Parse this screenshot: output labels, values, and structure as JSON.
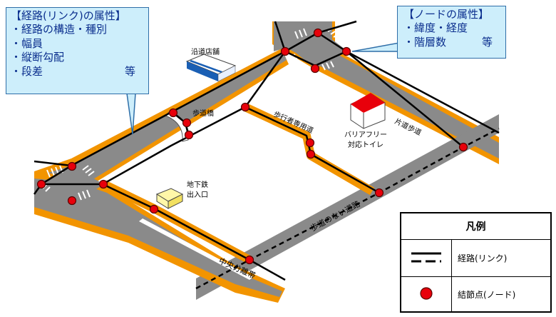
{
  "link_callout": {
    "title": "【経路(リンク)の属性】",
    "items": [
      "・経路の構造・種別",
      "・幅員",
      "・縦断勾配",
      "・段差"
    ],
    "etc": "等"
  },
  "node_callout": {
    "title": "【ノードの属性】",
    "items": [
      "・緯度・経度",
      "・階層数"
    ],
    "etc": "等"
  },
  "labels": {
    "shop": "沿道店舗",
    "footbridge": "歩道橋",
    "pedestrian_only": "歩行者専用道",
    "toilet_line1": "バリアフリー",
    "toilet_line2": "対応トイレ",
    "one_side_sidewalk": "片道歩道",
    "subway_line1": "地下鉄",
    "subway_line2": "出入口",
    "no_sidewalk": "歩道のない道路",
    "median": "中央分離帯"
  },
  "legend": {
    "title": "凡例",
    "link_label": "経路(リンク)",
    "node_label": "結節点(ノード)"
  },
  "colors": {
    "road": "#8a8a8a",
    "sidewalk": "#f29400",
    "route": "#000000",
    "node": "#e8000b",
    "callout_fill": "#cdeefb",
    "callout_text": "#0b2f8e",
    "toilet_roof": "#e8000b",
    "shop_roof": "#1a5fb4"
  }
}
